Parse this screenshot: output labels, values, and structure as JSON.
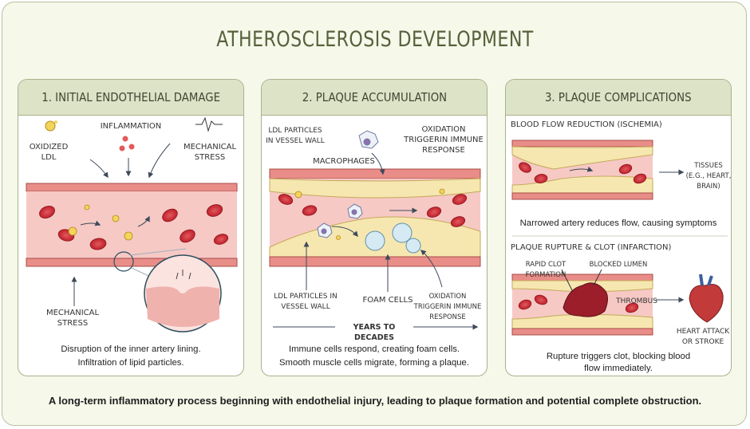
{
  "title": "ATHEROSCLEROSIS DEVELOPMENT",
  "panels": [
    {
      "title": "1. INITIAL ENDOTHELIAL DAMAGE",
      "labels": {
        "oxidized_ldl": "OXIDIZED LDL",
        "inflammation": "INFLAMMATION",
        "mechanical_stress_top": "MECHANICAL STRESS",
        "mechanical_stress_bottom": "MECHANICAL STRESS"
      },
      "caption_line1": "Disruption of the inner artery lining.",
      "caption_line2": "Infiltration of lipid particles."
    },
    {
      "title": "2. PLAQUE ACCUMULATION",
      "labels": {
        "ldl_top": "LDL PARTICLES IN VESSEL WALL",
        "macrophages": "MACROPHAGES",
        "oxidation_top": "OXIDATION TRIGGERIN IMMUNE RESPONSE",
        "ldl_bottom": "LDL PARTICLES IN VESSEL WALL",
        "foam_cells": "FOAM CELLS",
        "oxidation_bottom": "OXIDATION TRIGGERIN IMMUNE RESPONSE",
        "timeline": "YEARS TO DECADES"
      },
      "caption_line1": "Immune cells respond, creating foam cells.",
      "caption_line2": "Smooth muscle cells migrate, forming a plaque."
    },
    {
      "title": "3. PLAQUE COMPLICATIONS",
      "sections": [
        {
          "heading": "BLOOD FLOW REDUCTION (ISCHEMIA)",
          "labels": {
            "tissues": "TISSUES (E.G., HEART, BRAIN)"
          },
          "caption": "Narrowed artery reduces flow, causing symptoms"
        },
        {
          "heading": "PLAQUE RUPTURE & CLOT (INFARCTION)",
          "labels": {
            "rapid_clot": "RAPID CLOT FORMATION",
            "blocked_lumen": "BLOCKED LUMEN",
            "thrombus": "THROMBUS",
            "heart_attack": "HEART ATTACK OR STROKE"
          },
          "caption": "Rupture triggers clot, blocking blood flow immediately."
        }
      ]
    }
  ],
  "footer": "A long-term inflammatory process beginning with endothelial injury, leading to plaque formation and potential complete obstruction.",
  "colors": {
    "accent": "#55613b",
    "header": "#dde3c7",
    "vessel": "#f0a9a4",
    "rbc": "#c8232c",
    "plaque": "#f6e7b0"
  }
}
